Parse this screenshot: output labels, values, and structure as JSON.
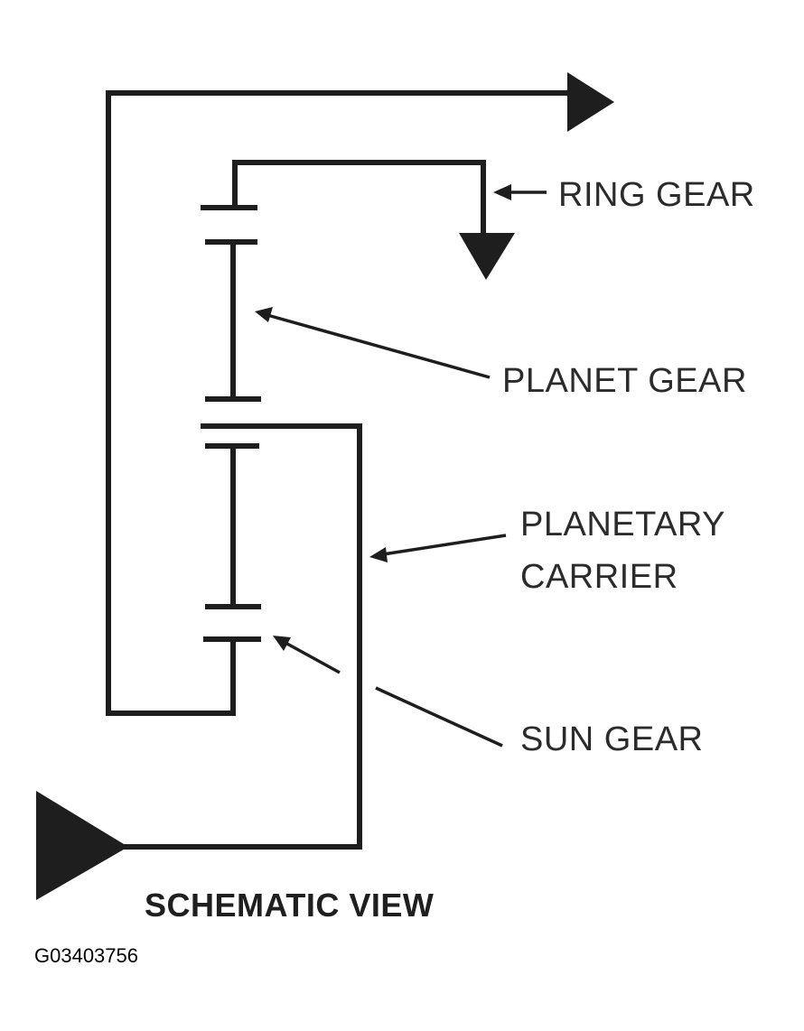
{
  "labels": {
    "ring_gear": "RING GEAR",
    "planet_gear": "PLANET GEAR",
    "planetary_carrier_line1": "PLANETARY",
    "planetary_carrier_line2": "CARRIER",
    "sun_gear": "SUN GEAR"
  },
  "caption": "SCHEMATIC VIEW",
  "figure_id": "G03403756"
}
